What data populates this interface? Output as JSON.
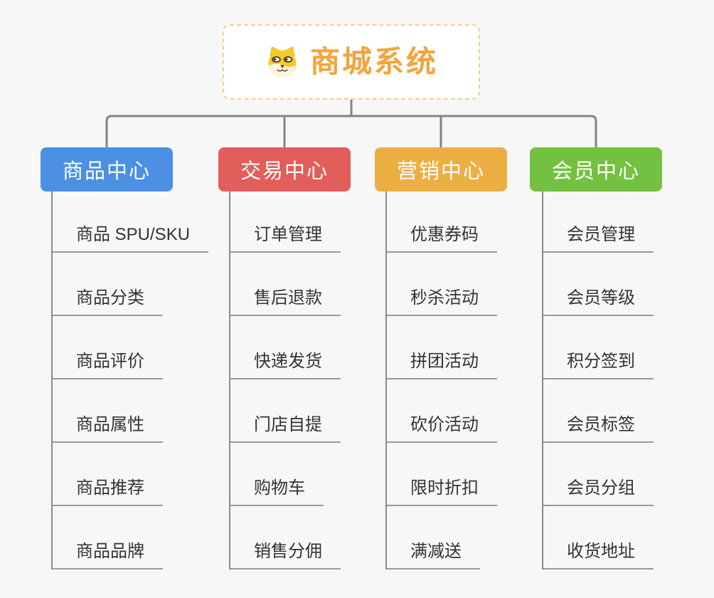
{
  "canvas": {
    "background": "#f7f7f8"
  },
  "root": {
    "title": "商城系统",
    "icon": "dog-face-icon",
    "title_color": "#f2a43c",
    "border_color": "#f6cc8f"
  },
  "branches": [
    {
      "label": "商品中心",
      "color": "#4b90e2",
      "children": [
        "商品 SPU/SKU",
        "商品分类",
        "商品评价",
        "商品属性",
        "商品推荐",
        "商品品牌"
      ]
    },
    {
      "label": "交易中心",
      "color": "#e25e5a",
      "children": [
        "订单管理",
        "售后退款",
        "快递发货",
        "门店自提",
        "购物车",
        "销售分佣"
      ]
    },
    {
      "label": "营销中心",
      "color": "#ecaf43",
      "children": [
        "优惠券码",
        "秒杀活动",
        "拼团活动",
        "砍价活动",
        "限时折扣",
        "满减送"
      ]
    },
    {
      "label": "会员中心",
      "color": "#73c140",
      "children": [
        "会员管理",
        "会员等级",
        "积分签到",
        "会员标签",
        "会员分组",
        "收货地址"
      ]
    }
  ],
  "palette": {
    "connector": "#848484",
    "child_line": "#8a8a8a",
    "child_underline": "#9a9a9a",
    "child_text": "#333333"
  }
}
